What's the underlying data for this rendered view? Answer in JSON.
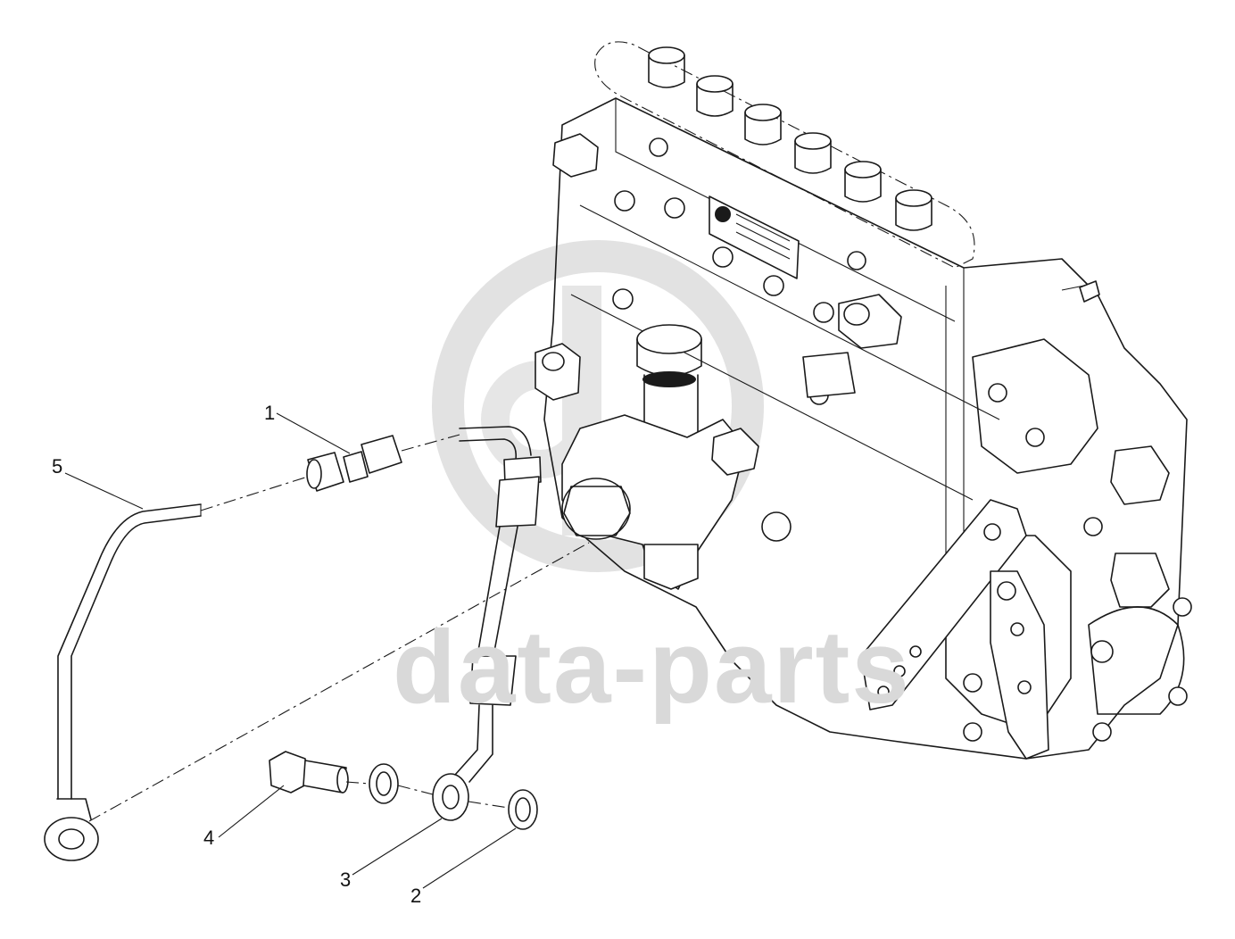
{
  "diagram": {
    "watermark_text": "data-parts",
    "callouts": [
      {
        "label": "1",
        "part": "union-connector"
      },
      {
        "label": "2",
        "part": "sealing-washer"
      },
      {
        "label": "3",
        "part": "fuel-line-with-banjo"
      },
      {
        "label": "4",
        "part": "banjo-bolt"
      },
      {
        "label": "5",
        "part": "fuel-return-line"
      }
    ],
    "colors": {
      "line": "#1a1a1a",
      "watermark": "#d9d9d9",
      "background": "#ffffff"
    }
  }
}
